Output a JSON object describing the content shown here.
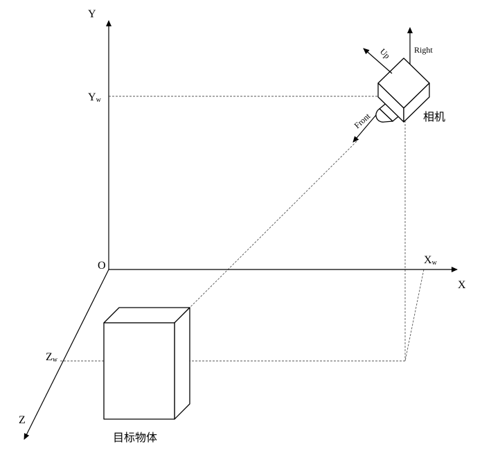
{
  "axes": {
    "y_label": "Y",
    "x_label": "X",
    "z_label": "Z",
    "origin_label": "O"
  },
  "world_marks": {
    "yw_main": "Y",
    "yw_sub": "w",
    "xw_main": "X",
    "xw_sub": "w",
    "zw_main": "Z",
    "zw_sub": "w"
  },
  "camera": {
    "label": "相机",
    "right_label": "Right",
    "up_label": "Up",
    "front_label": "Front"
  },
  "target": {
    "label": "目标物体"
  }
}
